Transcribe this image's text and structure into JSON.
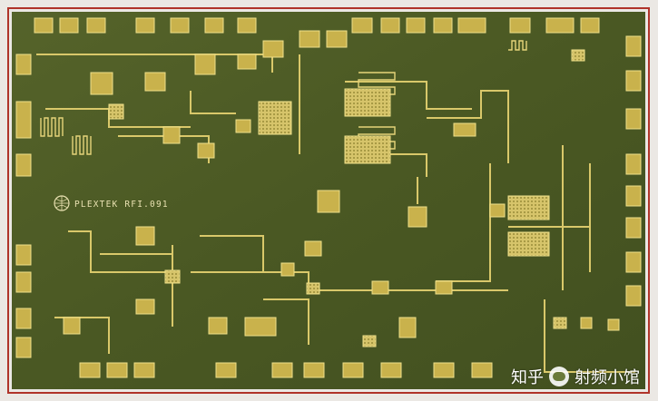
{
  "image": {
    "subject": "monolithic microwave integrated circuit die photograph",
    "colors": {
      "substrate": "#4c5a24",
      "metal": "#d9c86a",
      "metal_bright": "#f2e38e",
      "pad": "#c9b24c",
      "frame": "#b0342a",
      "border": "#ebe8e4"
    }
  },
  "die": {
    "label": "PLEXTEK RFI.091",
    "logo_icon": "plextek-globe-icon"
  },
  "watermark": {
    "site": "知乎",
    "separator_icon": "wechat-icon",
    "author": "射频小馆"
  }
}
